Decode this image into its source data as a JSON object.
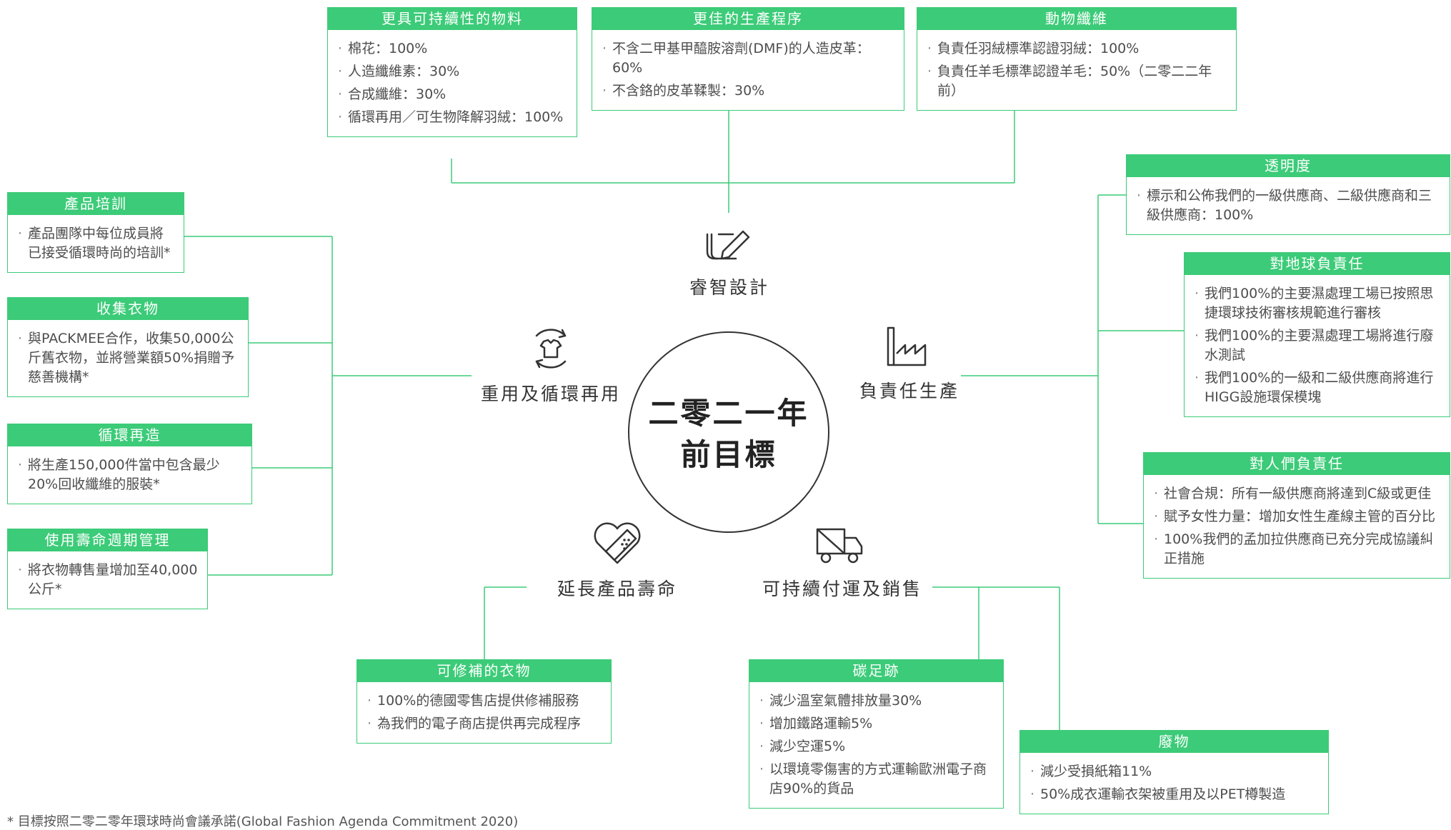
{
  "center": {
    "line1": "二零二一年",
    "line2": "前目標"
  },
  "hubs": {
    "design": "睿智設計",
    "reuse": "重用及循環再用",
    "production": "負責任生產",
    "extend": "延長產品壽命",
    "transport": "可持續付運及銷售"
  },
  "boxes": {
    "materials": {
      "title": "更具可持續性的物料",
      "items": [
        "棉花：100%",
        "人造纖維素：30%",
        "合成纖維：30%",
        "循環再用／可生物降解羽絨：100%"
      ]
    },
    "process": {
      "title": "更佳的生產程序",
      "items": [
        "不含二甲基甲醯胺溶劑(DMF)的人造皮革：60%",
        "不含鉻的皮革鞣製：30%"
      ]
    },
    "animal": {
      "title": "動物纖維",
      "items": [
        "負責任羽絨標準認證羽絨：100%",
        "負責任羊毛標準認證羊毛：50%（二零二二年前）"
      ]
    },
    "training": {
      "title": "產品培訓",
      "items": [
        "產品團隊中每位成員將已接受循環時尚的培訓*"
      ]
    },
    "collect": {
      "title": "收集衣物",
      "items": [
        "與PACKMEE合作，收集50,000公斤舊衣物，並將營業額50%捐贈予慈善機構*"
      ]
    },
    "recycle": {
      "title": "循環再造",
      "items": [
        "將生產150,000件當中包含最少20%回收纖維的服裝*"
      ]
    },
    "lifecycle": {
      "title": "使用壽命週期管理",
      "items": [
        "將衣物轉售量增加至40,000公斤*"
      ]
    },
    "transparency": {
      "title": "透明度",
      "items": [
        "標示和公佈我們的一級供應商、二級供應商和三級供應商：100%"
      ]
    },
    "planet": {
      "title": "對地球負責任",
      "items": [
        "我們100%的主要濕處理工場已按照思捷環球技術審核規範進行審核",
        "我們100%的主要濕處理工場將進行廢水測試",
        "我們100%的一級和二級供應商將進行HIGG設施環保模塊"
      ]
    },
    "people": {
      "title": "對人們負責任",
      "items": [
        "社會合規：所有一級供應商將達到C級或更佳",
        "賦予女性力量：增加女性生產線主管的百分比",
        "100%我們的孟加拉供應商已充分完成協議糾正措施"
      ]
    },
    "repair": {
      "title": "可修補的衣物",
      "items": [
        "100%的德國零售店提供修補服務",
        "為我們的電子商店提供再完成程序"
      ]
    },
    "carbon": {
      "title": "碳足跡",
      "items": [
        "減少溫室氣體排放量30%",
        "增加鐵路運輸5%",
        "減少空運5%",
        "以環境零傷害的方式運輸歐洲電子商店90%的貨品"
      ]
    },
    "waste": {
      "title": "廢物",
      "items": [
        "減少受損紙箱11%",
        "50%成衣運輸衣架被重用及以PET樽製造"
      ]
    }
  },
  "footnote": "* 目標按照二零二零年環球時尚會議承諾(Global Fashion Agenda Commitment 2020)",
  "colors": {
    "accent": "#3ccb78",
    "text": "#4d4d4d"
  },
  "icons": {
    "design": "pen-and-paper-icon",
    "reuse": "recycle-shirt-icon",
    "production": "factory-icon",
    "extend": "heart-bandage-icon",
    "transport": "truck-icon"
  }
}
